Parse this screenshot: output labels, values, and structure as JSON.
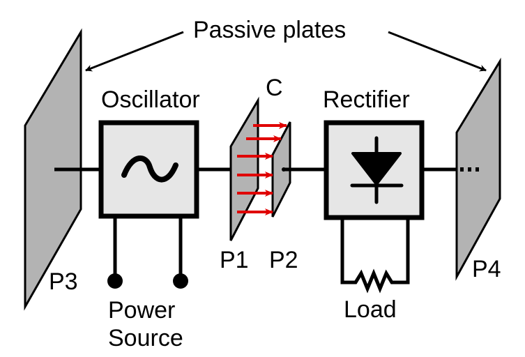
{
  "title": "Capacitive wireless power transfer diagram",
  "labels": {
    "passive_plates": "Passive plates",
    "oscillator": "Oscillator",
    "capacitor": "C",
    "rectifier": "Rectifier",
    "p1": "P1",
    "p2": "P2",
    "p3": "P3",
    "p4": "P4",
    "power_source_line1": "Power",
    "power_source_line2": "Source",
    "load": "Load",
    "continuation": "..."
  },
  "colors": {
    "plate_fill": "#b3b3b3",
    "box_fill": "#e6e6e6",
    "field_arrows": "#e00000",
    "line": "#000000"
  },
  "field_arrow_count": 6
}
